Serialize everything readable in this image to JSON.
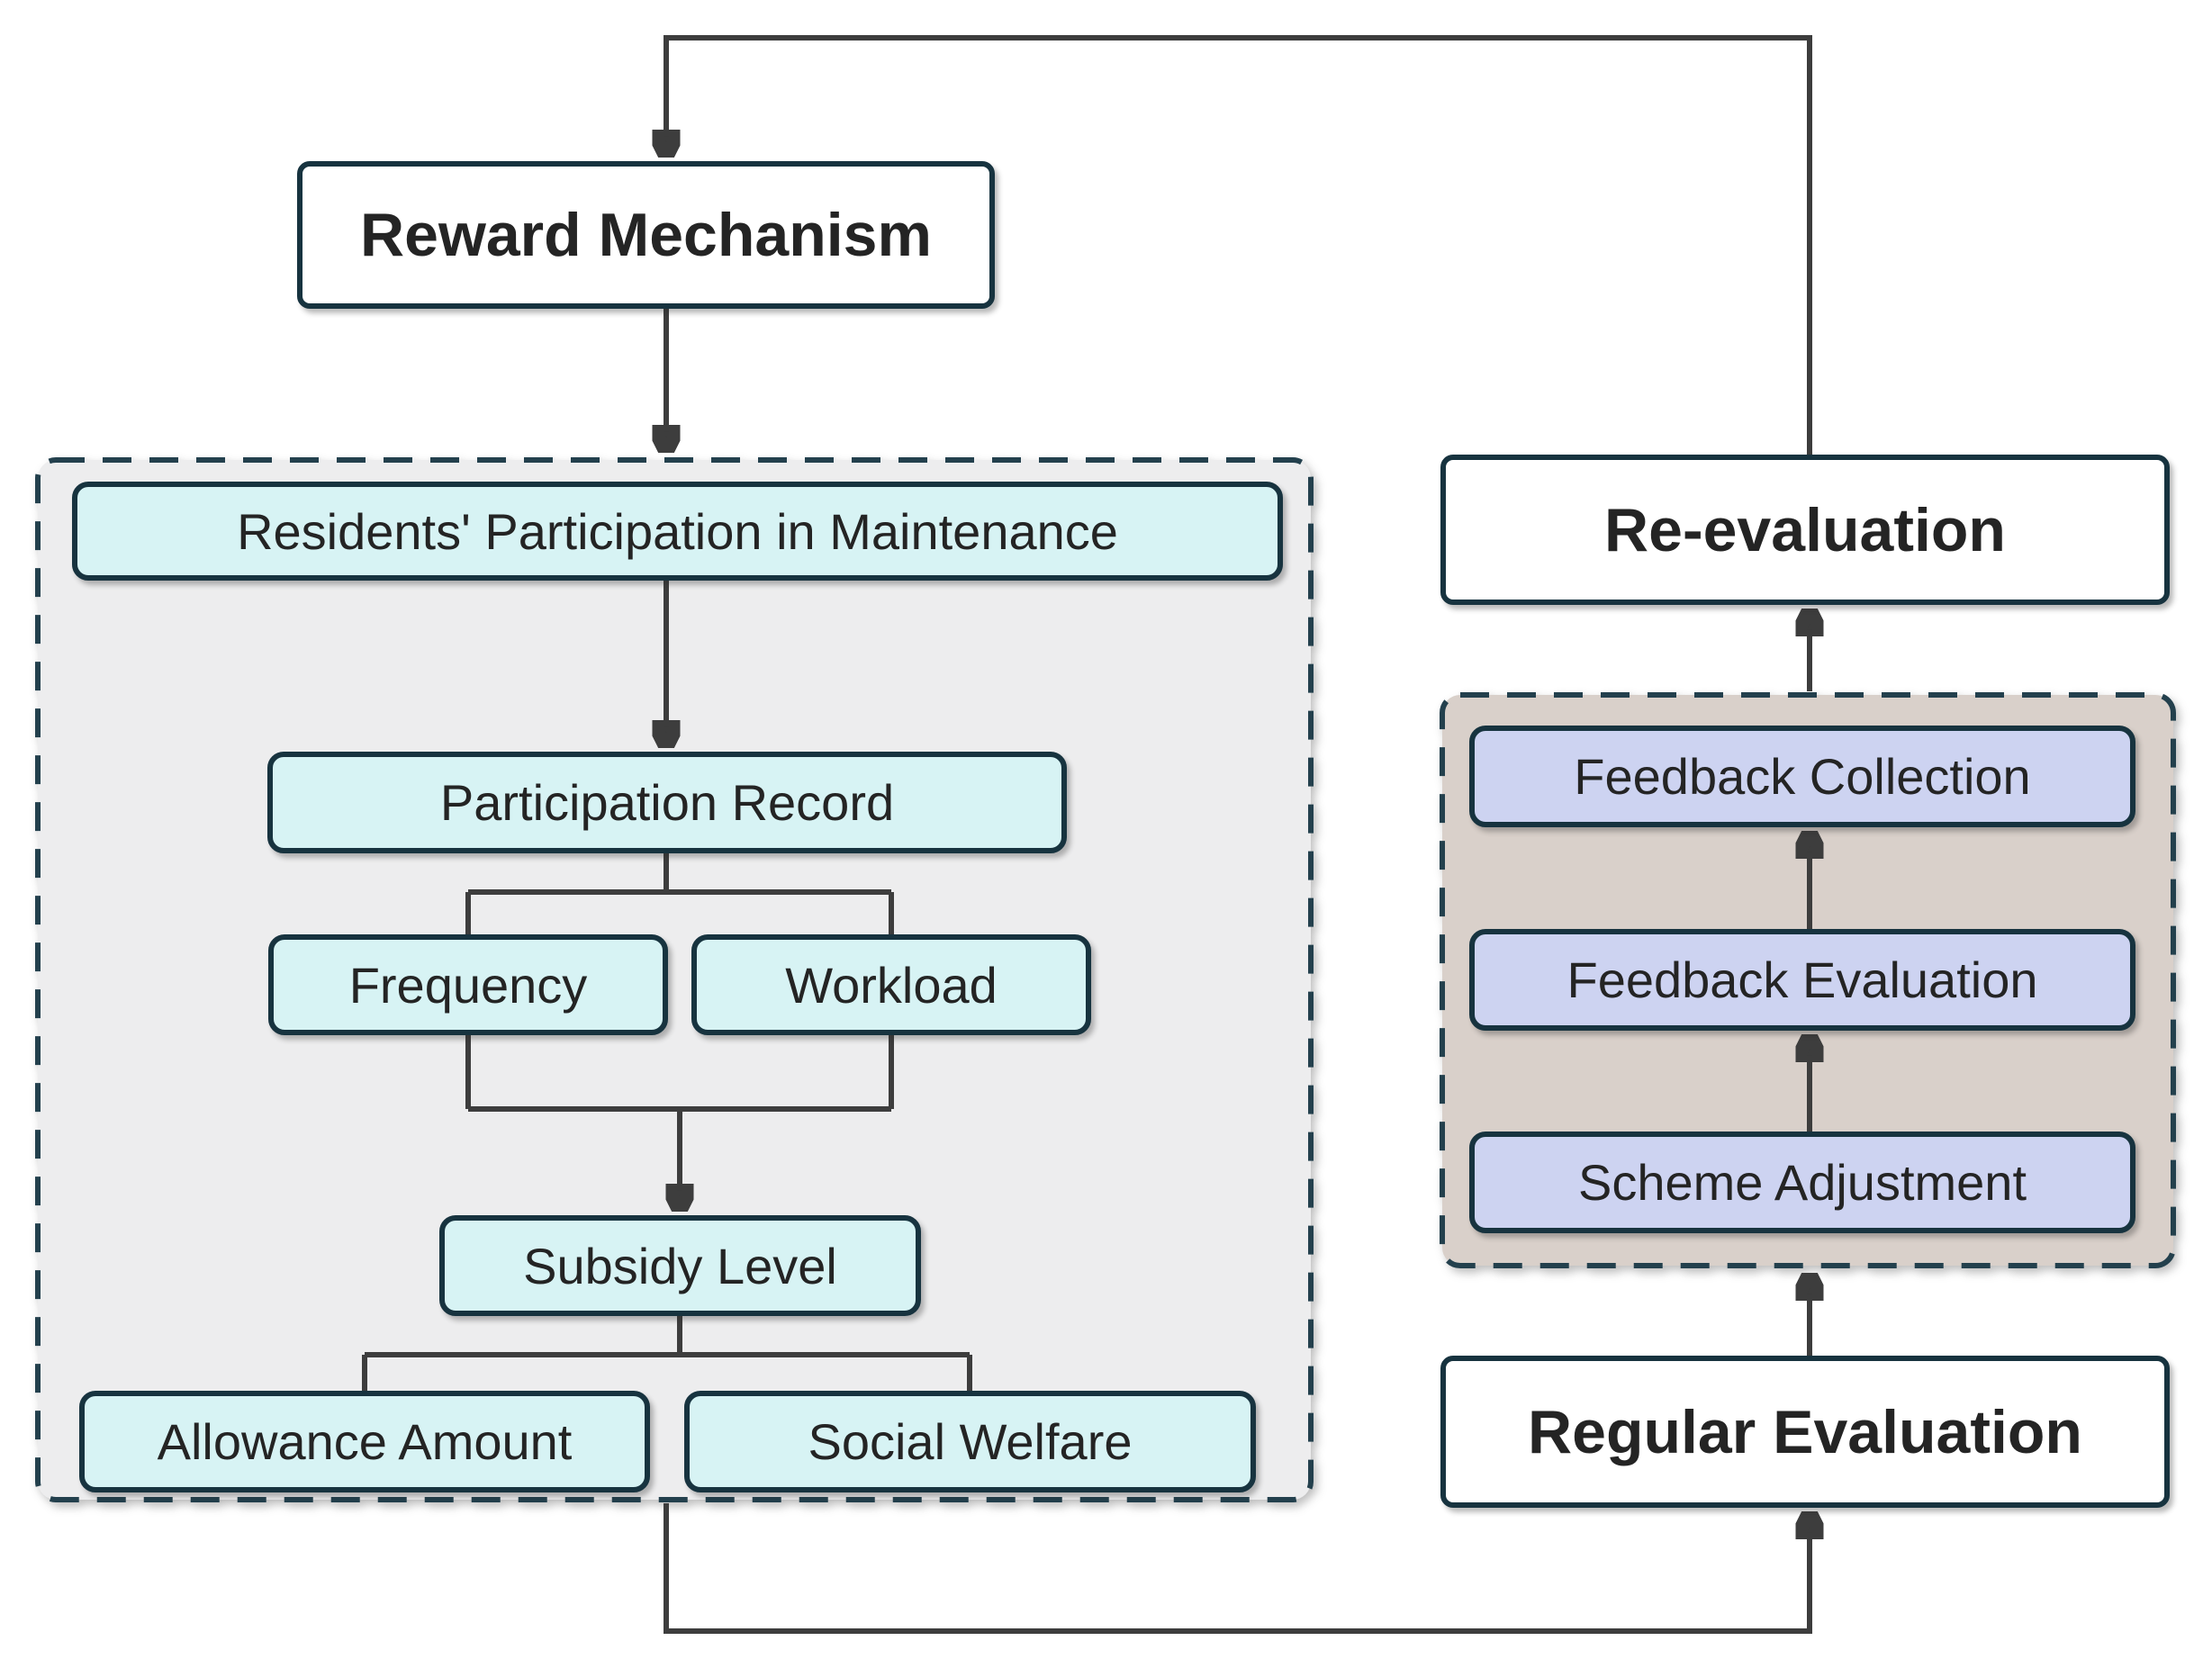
{
  "diagram_title": "Reward Mechanism flowchart",
  "nodes": {
    "reward_mechanism": "Reward Mechanism",
    "residents_participation": "Residents' Participation in Maintenance",
    "participation_record": "Participation Record",
    "frequency": "Frequency",
    "workload": "Workload",
    "subsidy_level": "Subsidy Level",
    "allowance_amount": "Allowance Amount",
    "social_welfare": "Social Welfare",
    "re_evaluation": "Re-evaluation",
    "feedback_collection": "Feedback Collection",
    "feedback_evaluation": "Feedback Evaluation",
    "scheme_adjustment": "Scheme Adjustment",
    "regular_evaluation": "Regular Evaluation"
  },
  "colors": {
    "background": "#ffffff",
    "teal_fill": "#d7f3f4",
    "lavender_fill": "#cdd3f1",
    "white_fill": "#ffffff",
    "left_container_fill": "#ededee",
    "right_container_fill": "#d9d0ca",
    "node_border": "#17333f",
    "container_border": "#23404d",
    "connector": "#3d3d3d",
    "text": "#242424"
  }
}
